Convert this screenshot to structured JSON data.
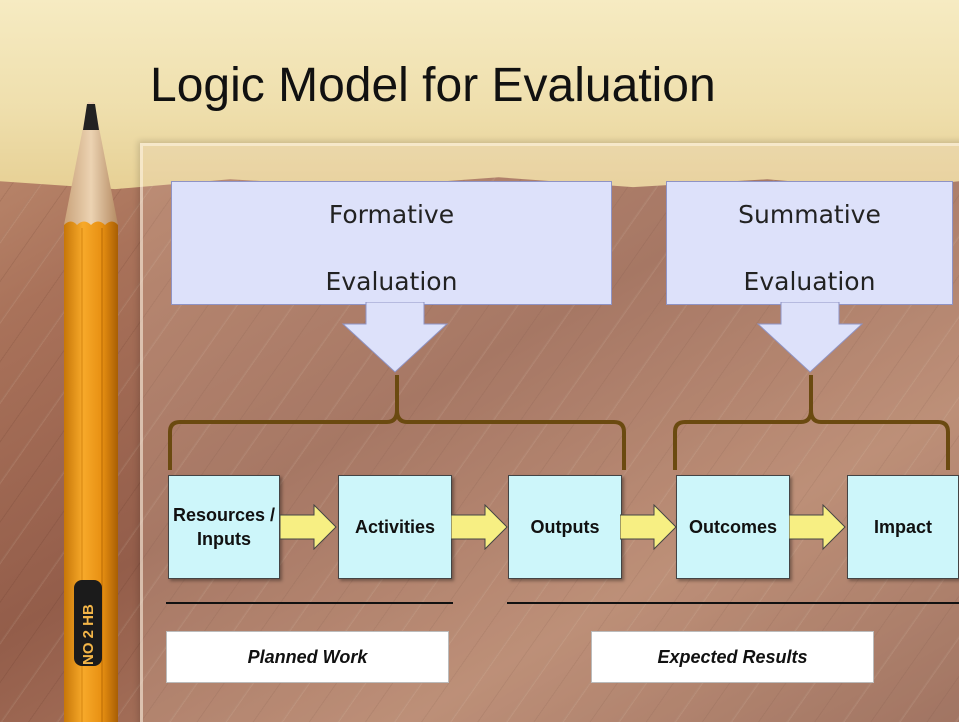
{
  "title": "Logic Model for Evaluation",
  "evaluations": [
    {
      "line1": "Formative",
      "line2": "Evaluation"
    },
    {
      "line1": "Summative",
      "line2": "Evaluation"
    }
  ],
  "steps": [
    {
      "line1": "Resources /",
      "line2": "Inputs"
    },
    {
      "line1": "Activities",
      "line2": ""
    },
    {
      "line1": "Outputs",
      "line2": ""
    },
    {
      "line1": "Outcomes",
      "line2": ""
    },
    {
      "line1": "Impact",
      "line2": ""
    }
  ],
  "groups": [
    {
      "label": "Planned Work"
    },
    {
      "label": "Expected Results"
    }
  ],
  "colors": {
    "eval_fill": "#dde1fa",
    "step_fill": "#cdf6fa",
    "flow_arrow": "#f7ef83",
    "brace": "#6b4a10"
  },
  "pencil_text": "NO 2 HB"
}
